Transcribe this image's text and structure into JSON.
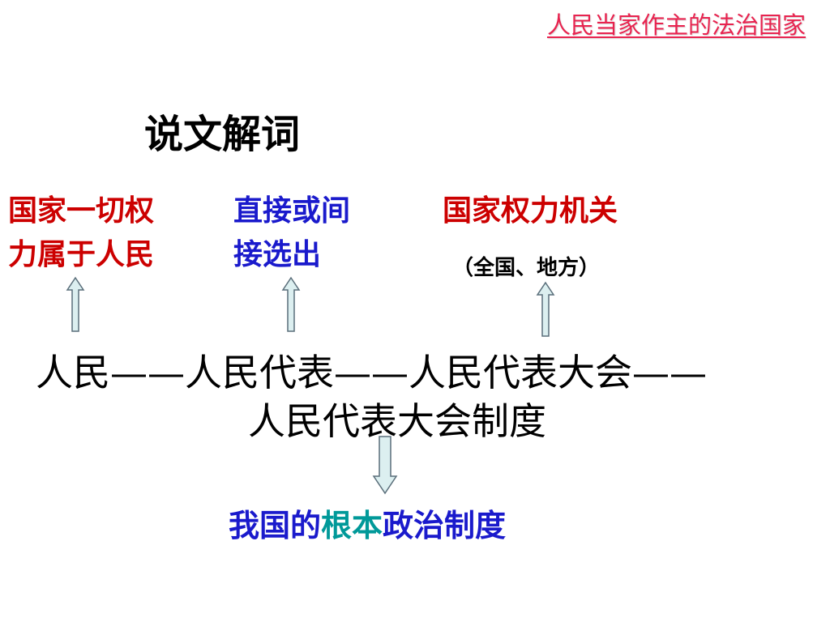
{
  "header": {
    "title": "人民当家作主的法治国家"
  },
  "section": {
    "title": "说文解词"
  },
  "meanings": {
    "people_power": {
      "line1": "国家一切权",
      "line2": "力属于人民"
    },
    "elected": {
      "line1": "直接或间",
      "line2": "接选出"
    },
    "power_organ": {
      "title": "国家权力机关",
      "subtitle": "（全国、地方）"
    }
  },
  "chain": {
    "line1": "人民——人民代表——人民代表大会——",
    "line2": "人民代表大会制度"
  },
  "conclusion": {
    "part1": "我国的",
    "highlight": "根本",
    "part2": "政治制度"
  },
  "colors": {
    "header": "#e8234f",
    "red_text": "#cc0000",
    "blue_text": "#1a1acc",
    "highlight": "#009999",
    "arrow_fill": "#dceff0",
    "arrow_stroke": "#5a6e7a"
  }
}
